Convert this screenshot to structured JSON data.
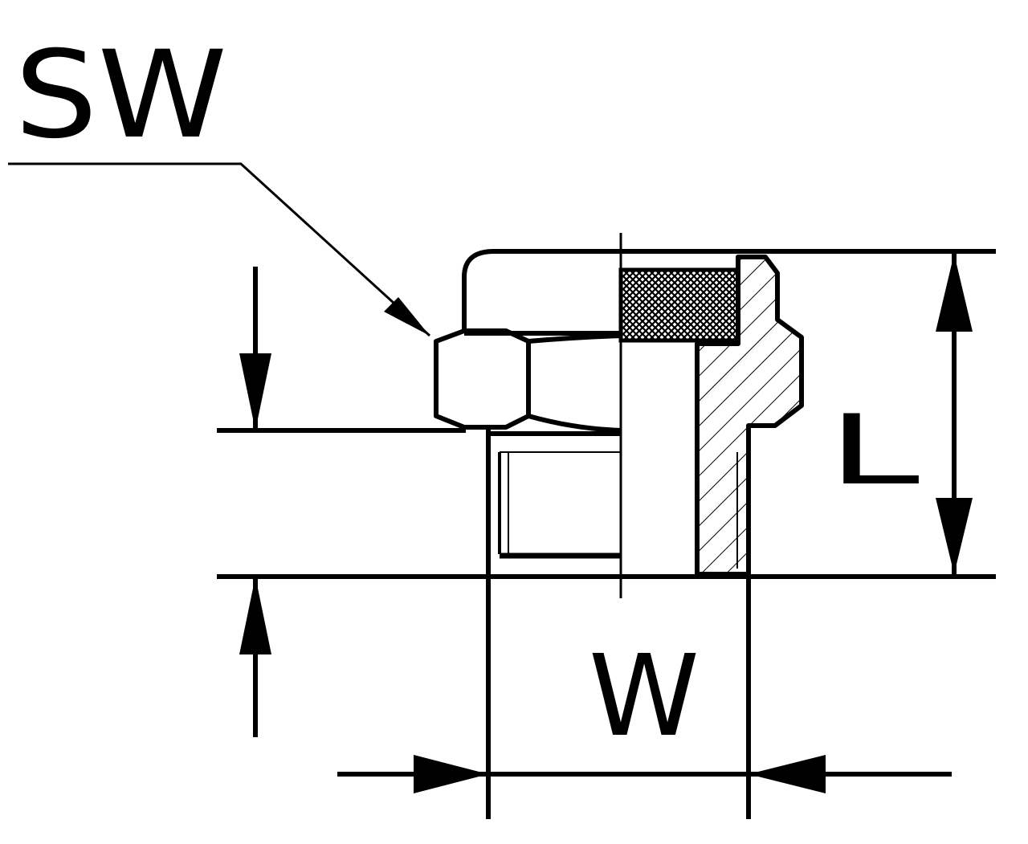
{
  "labels": {
    "wrench_size": "SW",
    "length": "L",
    "width": "W"
  },
  "colors": {
    "line": "#000000",
    "background": "#ffffff"
  }
}
